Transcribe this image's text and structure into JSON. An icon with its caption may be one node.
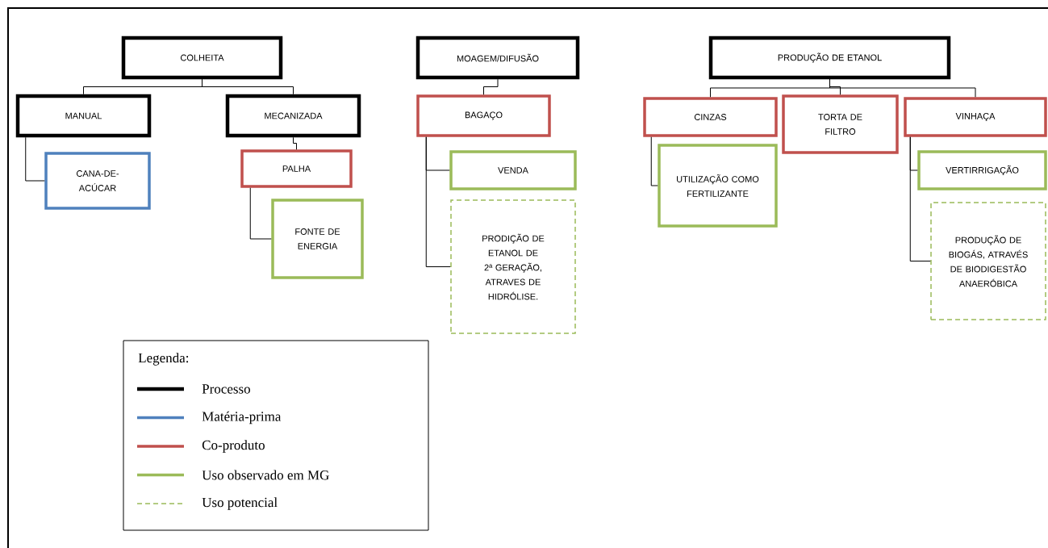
{
  "diagram": {
    "nodes": [
      {
        "text": [
          "COLHEITA"
        ]
      },
      {
        "text": [
          "MANUAL"
        ]
      },
      {
        "text": [
          "MECANIZADA"
        ]
      },
      {
        "text": [
          "CANA-DE-ACÚCAR"
        ]
      },
      {
        "text": [
          "PALHA"
        ]
      },
      {
        "text": [
          "FONTE DE ENERGIA"
        ]
      },
      {
        "text": [
          "MOAGEM/DIFUSÃO"
        ]
      },
      {
        "text": [
          "BAGAÇO"
        ]
      },
      {
        "text": [
          "VENDA"
        ]
      },
      {
        "text": [
          "PRODIÇÃO DE ETANOL DE 2ª GERAÇÃO, ATRAVES DE HIDRÓLISE."
        ]
      },
      {
        "text": [
          "PRODUÇÃO DE ETANOL"
        ]
      },
      {
        "text": [
          "CINZAS"
        ]
      },
      {
        "text": [
          "TORTA DE FILTRO"
        ]
      },
      {
        "text": [
          "VINHAÇA"
        ]
      },
      {
        "text": [
          "UTILIZAÇÃO COMO FERTILIZANTE"
        ]
      },
      {
        "text": [
          "VERTIRRIGAÇÃO"
        ]
      },
      {
        "text": [
          "PRODUÇÃO DE BIOGÁS, ATRAVÉS DE BIODIGESTÃO ANAERÓBICA"
        ]
      }
    ],
    "edges": [
      {
        "from": 0,
        "to": 1,
        "arrow": "none"
      },
      {
        "from": 0,
        "to": 2,
        "arrow": "none"
      },
      {
        "from": 1,
        "to": 3,
        "arrow": "none"
      },
      {
        "from": 2,
        "to": 4,
        "arrow": "none"
      },
      {
        "from": 4,
        "to": 5,
        "arrow": "none"
      },
      {
        "from": 6,
        "to": 7,
        "arrow": "none"
      },
      {
        "from": 7,
        "to": 8,
        "arrow": "none"
      },
      {
        "from": 7,
        "to": 9,
        "arrow": "none"
      },
      {
        "from": 10,
        "to": 11,
        "arrow": "none"
      },
      {
        "from": 10,
        "to": 12,
        "arrow": "none"
      },
      {
        "from": 10,
        "to": 13,
        "arrow": "none"
      },
      {
        "from": 11,
        "to": 14,
        "arrow": "none"
      },
      {
        "from": 13,
        "to": 15,
        "arrow": "none"
      },
      {
        "from": 13,
        "to": 16,
        "arrow": "none"
      }
    ],
    "labels": [
      "Legenda:"
    ],
    "legend": [
      {
        "text": "Processo"
      },
      {
        "text": "Matéria-prima"
      },
      {
        "text": "Co-produto"
      },
      {
        "text": "Uso observado em MG"
      },
      {
        "text": "Uso potencial"
      }
    ]
  }
}
